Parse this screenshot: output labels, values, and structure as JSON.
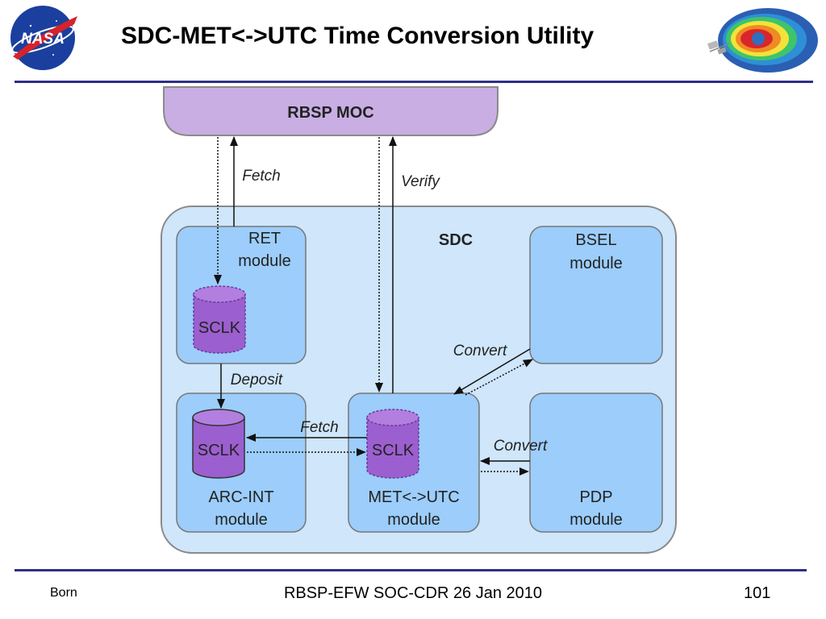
{
  "slide": {
    "title": "SDC-MET<->UTC Time Conversion Utility",
    "logo_text": "NASA"
  },
  "diagram": {
    "moc": {
      "label": "RBSP MOC"
    },
    "sdc": {
      "label": "SDC"
    },
    "modules": {
      "ret": {
        "line1": "RET",
        "line2": "module"
      },
      "bsel": {
        "line1": "BSEL",
        "line2": "module"
      },
      "arcint": {
        "line1": "ARC-INT",
        "line2": "module"
      },
      "metutc": {
        "line1": "MET<->UTC",
        "line2": "module"
      },
      "pdp": {
        "line1": "PDP",
        "line2": "module"
      }
    },
    "stores": {
      "ret_store": "SCLK",
      "arc_store": "SCLK",
      "met_store": "SCLK"
    },
    "flows": {
      "fetch_top": "Fetch",
      "verify": "Verify",
      "deposit": "Deposit",
      "fetch_mid": "Fetch",
      "convert_bsel": "Convert",
      "convert_pdp": "Convert"
    }
  },
  "footer": {
    "author": "Born",
    "center": "RBSP-EFW SOC-CDR 26 Jan 2010",
    "page": "101"
  },
  "colors": {
    "title_rule": "#2e2e8a",
    "moc_fill": "#c9aee3",
    "sdc_fill": "#cfe6fb",
    "module_fill": "#9ccdfb",
    "store_fill": "#9b5fcf"
  }
}
